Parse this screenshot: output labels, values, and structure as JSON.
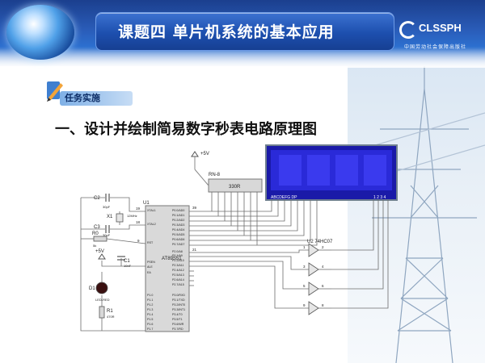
{
  "header": {
    "title": "课题四    单片机系统的基本应用",
    "logo_text": "CLSSPH",
    "logo_sub": "中国劳动社会保障出版社"
  },
  "task_badge": {
    "label": "任务实施"
  },
  "section_heading": "一、设计并绘制简易数字秒表电路原理图",
  "schematic": {
    "power_top": "+5V",
    "power_left": "+5V",
    "resnet_ref": "RN-8",
    "resnet_val": "330R",
    "lcd_pins_left": "ABCDEFG  DP",
    "lcd_pins_right": "1 2 3 4",
    "u1_ref": "U1",
    "u1_part": "AT89S51",
    "u1_left_pins": [
      "XTAL1",
      "XTAL2",
      "RST",
      "PSEN",
      "ALE",
      "EA",
      "P1.0",
      "P1.1",
      "P1.2",
      "P1.3",
      "P1.4",
      "P1.5",
      "P1.6",
      "P1.7"
    ],
    "u1_right_pins": [
      "P0.0/AD0",
      "P0.1/AD1",
      "P0.2/AD2",
      "P0.3/AD3",
      "P0.4/AD4",
      "P0.5/AD5",
      "P0.6/AD6",
      "P0.7/AD7",
      "P2.0/A8",
      "P2.1/A9",
      "P2.2/A10",
      "P2.3/A11",
      "P2.4/A12",
      "P2.5/A13",
      "P2.6/A14",
      "P2.7/A15",
      "P3.0/RXD",
      "P3.1/TXD",
      "P3.2/INT0",
      "P3.3/INT1",
      "P3.4/T0",
      "P3.5/T1",
      "P3.6/WR",
      "P3.7/RD"
    ],
    "c2": "C2",
    "c2_val": "30pF",
    "c3": "C3",
    "c3_val": "30pF",
    "x1": "X1",
    "x1_val": "12MHz",
    "r0": "R0",
    "r0_val": "5k",
    "c1": "C1",
    "c1_val": "10nF",
    "d1": "D1",
    "d1_val": "LED-RED",
    "r1": "R1",
    "r1_val": "470R",
    "u2": "U2 74HC07",
    "u2_in": [
      "1",
      "3",
      "5",
      "9"
    ],
    "u2_out": [
      "2",
      "4",
      "6",
      "8"
    ],
    "pin_19": "19",
    "pin_18": "18",
    "pin_9": "9",
    "pin_39": "39",
    "pin_21": "21"
  }
}
